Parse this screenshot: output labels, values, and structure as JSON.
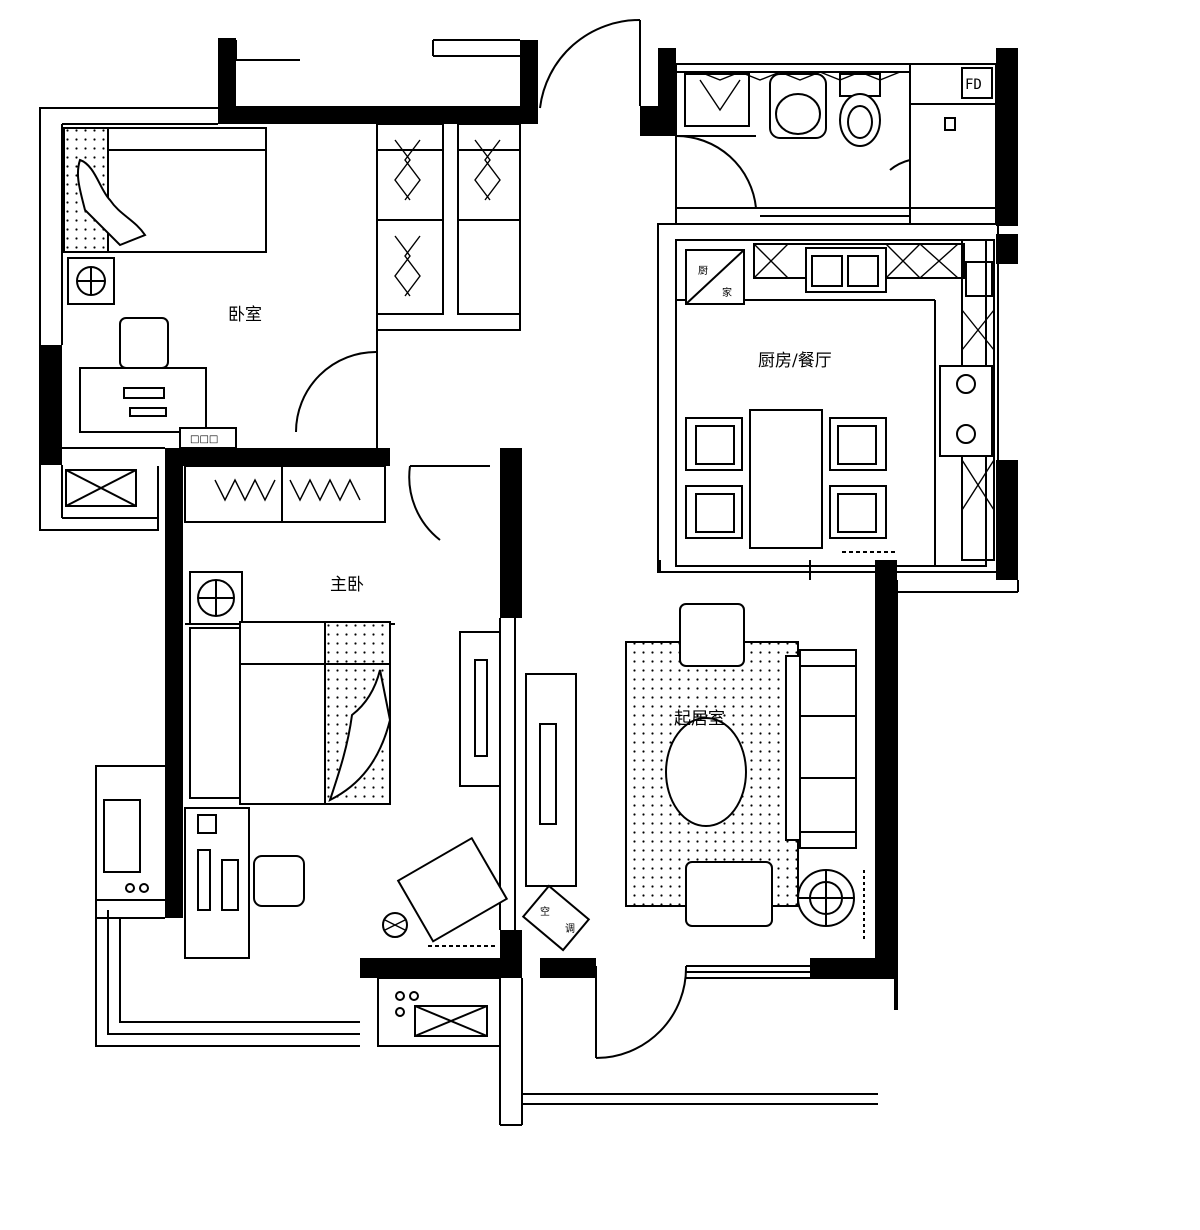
{
  "rooms": {
    "bedroom": "卧室",
    "master_bedroom": "主卧",
    "kitchen_dining": "厨房/餐厅",
    "living_room": "起居室"
  },
  "labels": {
    "fridge_char1": "厨",
    "fridge_char2": "家",
    "ac_char1": "空",
    "ac_char2": "调",
    "fd": "FD"
  }
}
